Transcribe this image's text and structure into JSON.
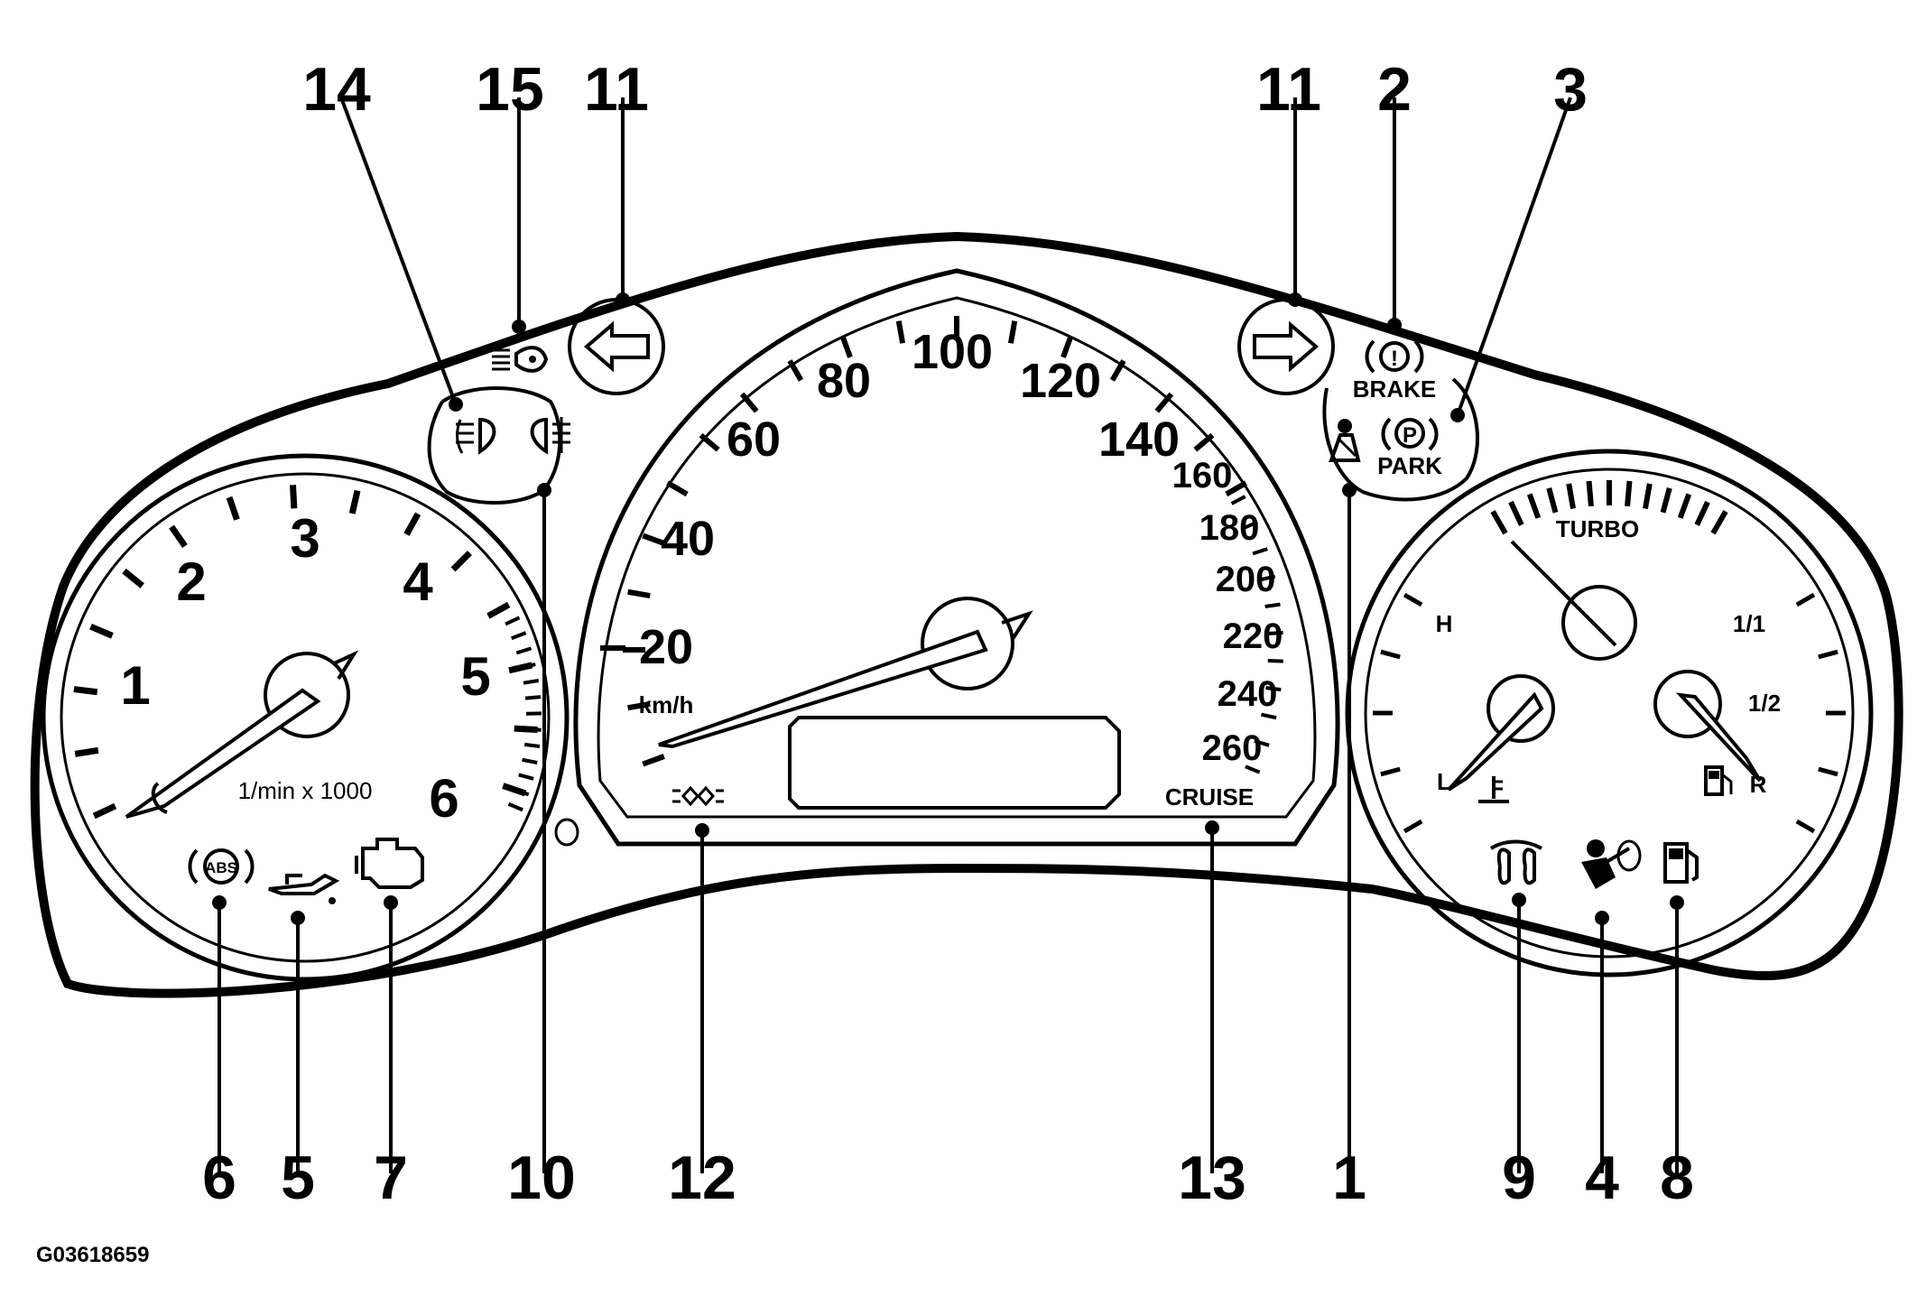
{
  "figure_code": "G03618659",
  "callouts": {
    "left_indicator": "11",
    "right_indicator": "11",
    "front_fog": "14",
    "headlight_level": "15",
    "rear_fog": "10",
    "brake": "2",
    "park": "3",
    "seatbelt": "1",
    "abs": "6",
    "oil": "5",
    "engine": "7",
    "lights_on": "12",
    "cruise": "13",
    "glow_plug": "9",
    "airbag": "4",
    "fuel": "8"
  },
  "speedometer": {
    "unit": "km/h",
    "major_labels": [
      "20",
      "40",
      "60",
      "80",
      "100",
      "120",
      "140"
    ],
    "minor_labels": [
      "160",
      "180",
      "200",
      "220",
      "240",
      "260"
    ],
    "cruise_label": "CRUISE"
  },
  "tachometer": {
    "labels": [
      "1",
      "2",
      "3",
      "4",
      "5",
      "6"
    ],
    "unit": "1/min x 1000"
  },
  "gauges": {
    "turbo_label": "TURBO",
    "temp_hot": "H",
    "temp_cold": "L",
    "fuel_full": "1/1",
    "fuel_half": "1/2",
    "fuel_reserve": "R"
  },
  "warning_text": {
    "brake": "BRAKE",
    "park": "PARK",
    "abs": "ABS",
    "park_symbol": "P",
    "brake_symbol": "!"
  }
}
